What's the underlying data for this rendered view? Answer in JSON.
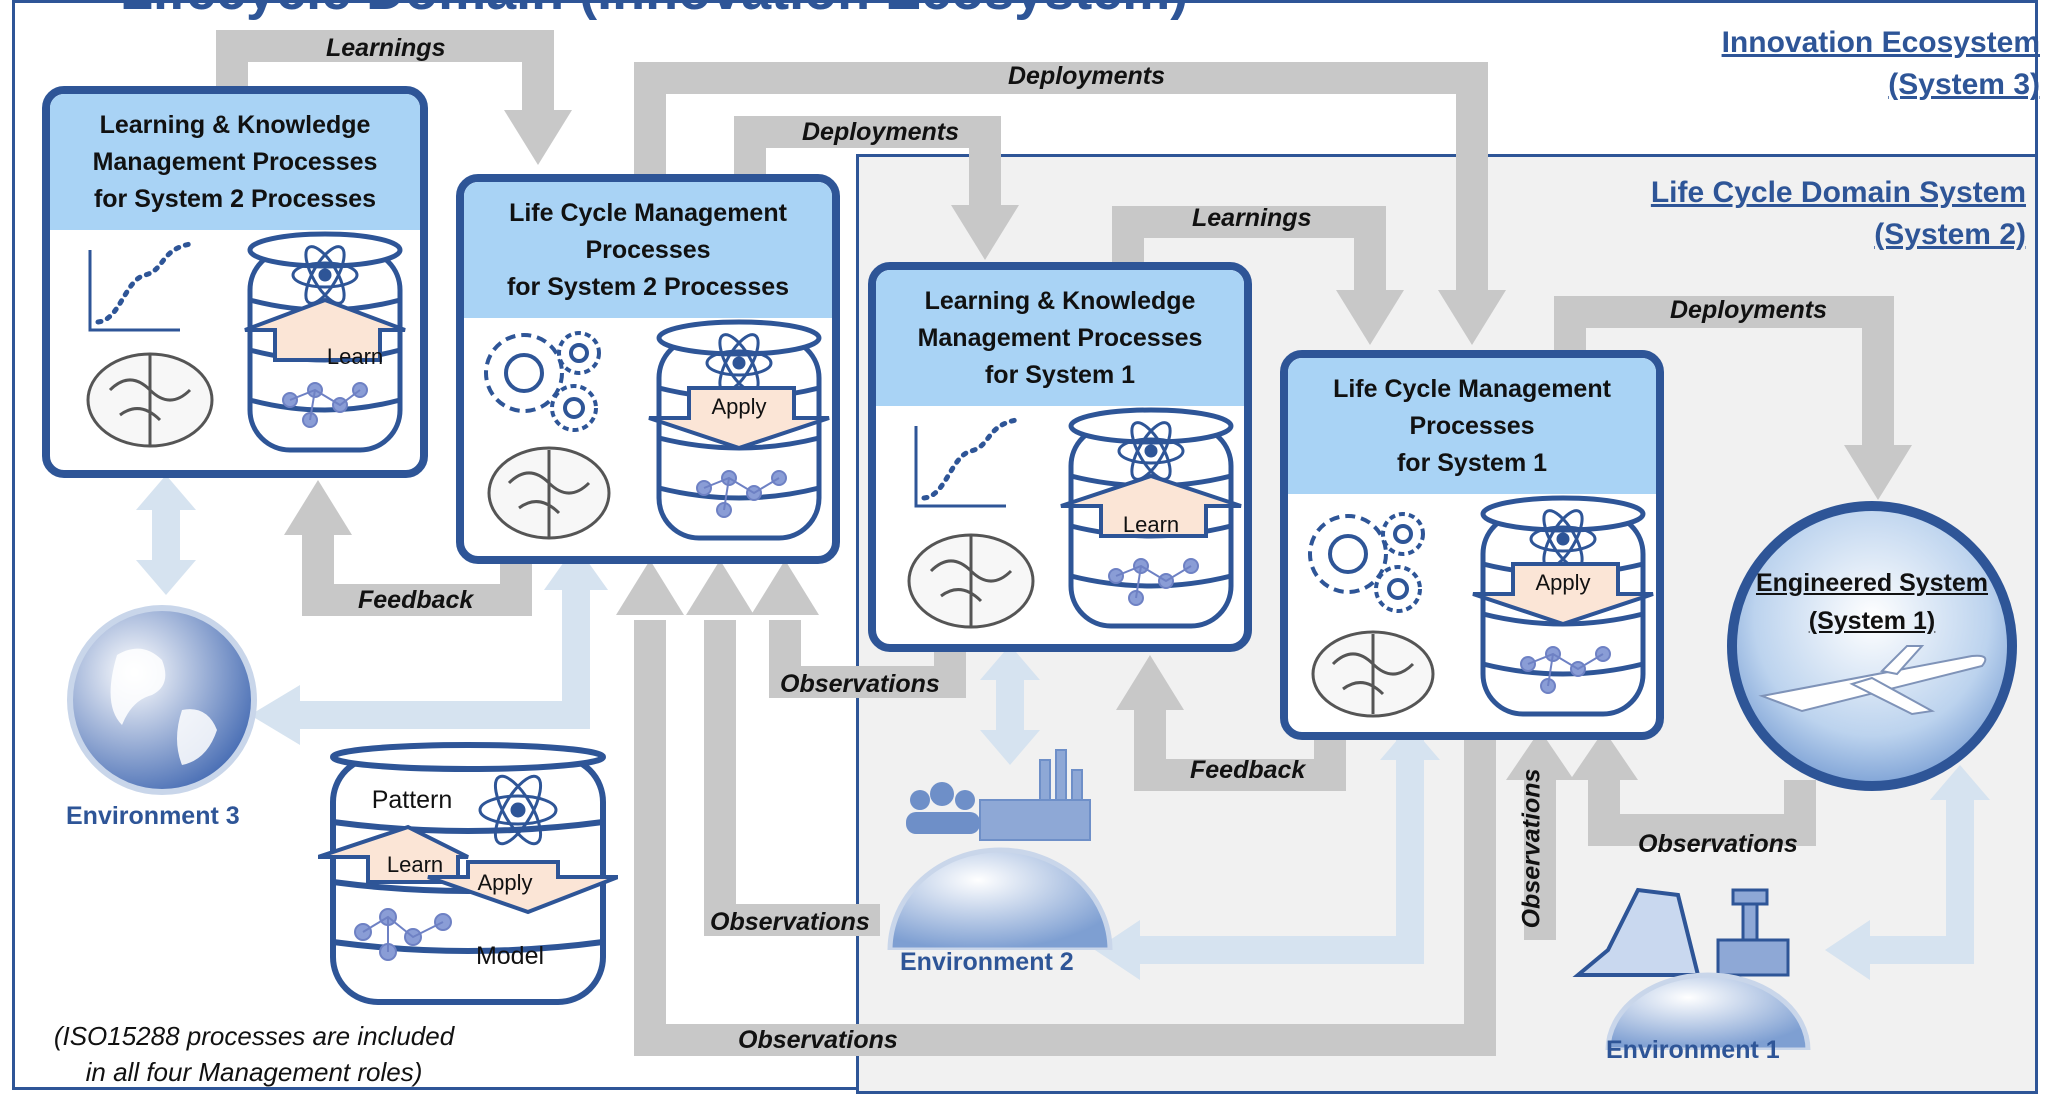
{
  "top_title_fragment": "Lifecycle Domain (Innovation Ecosystem)",
  "systems": {
    "innovation": {
      "line1": "Innovation Ecosystem",
      "line2": "(System 3)"
    },
    "lifecycle": {
      "line1": "Life Cycle Domain System",
      "line2": "(System 2)"
    },
    "engineered": {
      "line1": "Engineered System",
      "line2": "(System 1)"
    }
  },
  "boxes": {
    "lkm_sys2": {
      "line1": "Learning & Knowledge",
      "line2": "Management Processes",
      "line3": "for System 2 Processes",
      "action": "Learn"
    },
    "lcm_sys2": {
      "line1": "Life Cycle Management",
      "line2": "Processes",
      "line3": "for System 2 Processes",
      "action": "Apply"
    },
    "lkm_sys1": {
      "line1": "Learning & Knowledge",
      "line2": "Management Processes",
      "line3": "for System 1",
      "action": "Learn"
    },
    "lcm_sys1": {
      "line1": "Life Cycle Management",
      "line2": "Processes",
      "line3": "for System 1",
      "action": "Apply"
    }
  },
  "flow_labels": {
    "learnings_top": "Learnings",
    "deployments_top": "Deployments",
    "deployments_mid": "Deployments",
    "learnings_mid": "Learnings",
    "deployments_right": "Deployments",
    "feedback_left": "Feedback",
    "feedback_mid": "Feedback",
    "observations_1": "Observations",
    "observations_2": "Observations",
    "observations_3": "Observations",
    "observations_4": "Observations",
    "observations_vertical": "Observations"
  },
  "environments": {
    "env3": "Environment 3",
    "env2": "Environment 2",
    "env1": "Environment 1"
  },
  "legend": {
    "pattern": "Pattern",
    "model": "Model",
    "learn": "Learn",
    "apply": "Apply"
  },
  "note": {
    "line1": "(ISO15288 processes are included",
    "line2": "in all four Management roles)"
  },
  "colors": {
    "accent": "#2e5597",
    "header_fill": "#a9d3f5",
    "arrow_gray": "#c8c8c8",
    "arrow_light": "#d6e3f0",
    "action_fill": "#fbe5d6"
  }
}
